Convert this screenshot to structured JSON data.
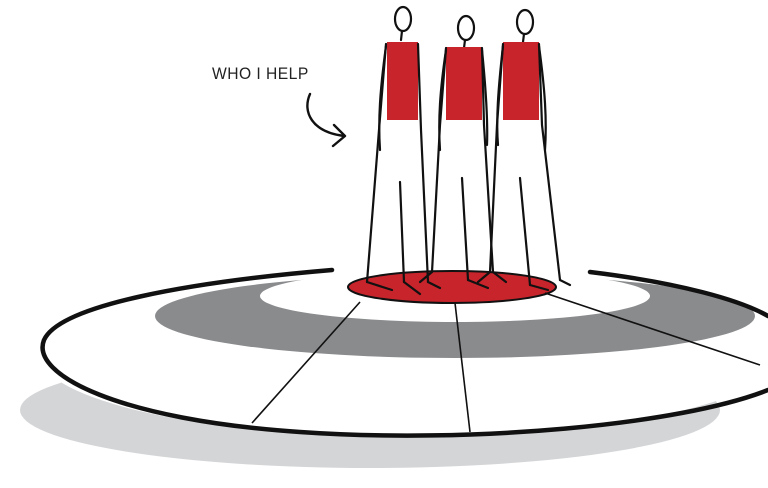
{
  "annotation": {
    "text": "WHO I HELP"
  },
  "colors": {
    "accent_red": "#c8242b",
    "ink": "#111111",
    "inner_ring_gray": "#8a8b8d",
    "shadow_gray": "#d4d5d7",
    "paper": "#ffffff"
  },
  "figures": [
    {
      "name": "figure-left"
    },
    {
      "name": "figure-middle"
    },
    {
      "name": "figure-right"
    }
  ]
}
